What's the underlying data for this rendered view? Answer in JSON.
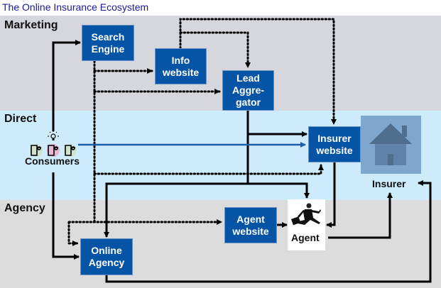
{
  "title": "The Online Insurance Ecosystem",
  "bands": {
    "marketing": "Marketing",
    "direct": "Direct",
    "agency": "Agency"
  },
  "nodes": {
    "search_engine": "Search\nEngine",
    "info_website": "Info\nwebsite",
    "lead_aggregator": "Lead\nAggre-\ngator",
    "insurer_website": "Insurer\nwebsite",
    "agent_website": "Agent\nwebsite",
    "online_agency": "Online\nAgency",
    "consumers": "Consumers",
    "agent": "Agent",
    "insurer": "Insurer"
  },
  "icons": {
    "consumers": "consumer-group-icon",
    "idea": "lightbulb-icon",
    "agent": "running-businessman-icon",
    "insurer": "house-icon"
  },
  "colors": {
    "box_fill": "#0554a6",
    "marketing_band": "#d6d7dc",
    "direct_band": "#cdebfb",
    "agency_band": "#dcdcdc",
    "direct_flow_line": "#1d5fa8",
    "house_box": "#7ea6cf"
  }
}
